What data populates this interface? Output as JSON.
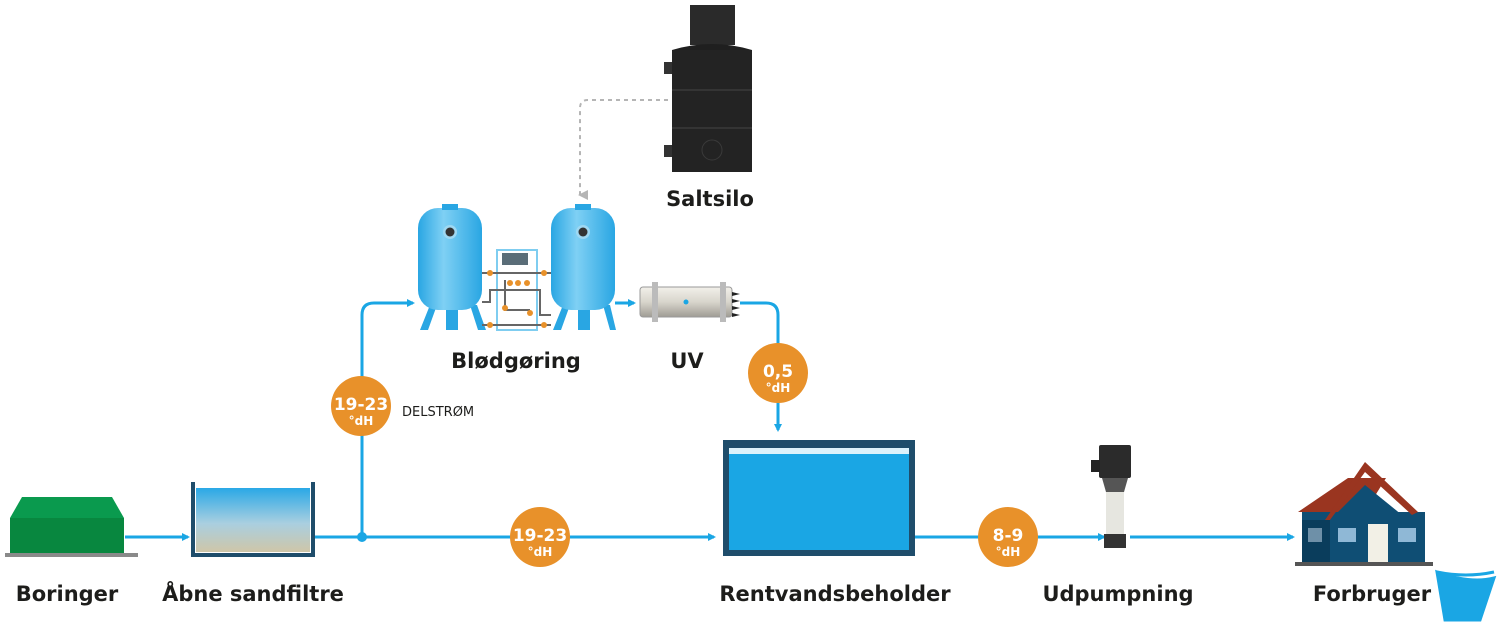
{
  "stages": {
    "boringer": "Boringer",
    "sandfiltre": "Åbne sandfiltre",
    "blodgoring": "Blødgøring",
    "uv": "UV",
    "saltsilo": "Saltsilo",
    "rentvandsbeholder": "Rentvandsbeholder",
    "udpumpning": "Udpumpning",
    "forbruger": "Forbruger"
  },
  "badges": {
    "delstrom": {
      "value": "19-23",
      "unit": "°dH"
    },
    "main": {
      "value": "19-23",
      "unit": "°dH"
    },
    "softened": {
      "value": "0,5",
      "unit": "°dH"
    },
    "mixed": {
      "value": "8-9",
      "unit": "°dH"
    }
  },
  "delstrom_label": "DELSTRØM",
  "colors": {
    "water": "#1aa6e4",
    "badge": "#e8912a",
    "tank": "#3ab4ea",
    "ground": "#0a9a4e",
    "roof": "#9a3520",
    "house": "#0f4e74"
  }
}
